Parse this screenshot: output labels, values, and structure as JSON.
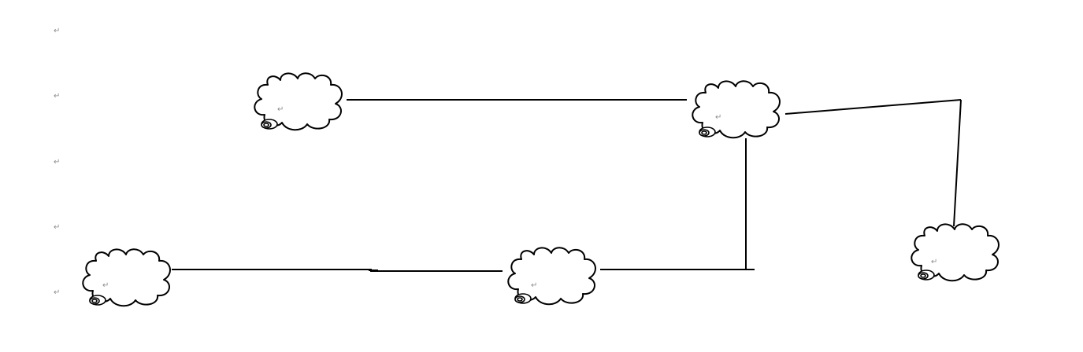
{
  "paragraph_mark": "↵",
  "margin_marks": [
    "↵",
    "↵",
    "↵",
    "↵",
    "↵"
  ],
  "clouds": [
    {
      "id": "cloud-top-left",
      "mark": "↵"
    },
    {
      "id": "cloud-top-right",
      "mark": "↵"
    },
    {
      "id": "cloud-bottom-left",
      "mark": "↵"
    },
    {
      "id": "cloud-bottom-middle",
      "mark": "↵"
    },
    {
      "id": "cloud-right",
      "mark": "↵"
    }
  ],
  "colors": {
    "stroke": "#000000",
    "mark": "#8c8c8c",
    "background": "#ffffff"
  }
}
